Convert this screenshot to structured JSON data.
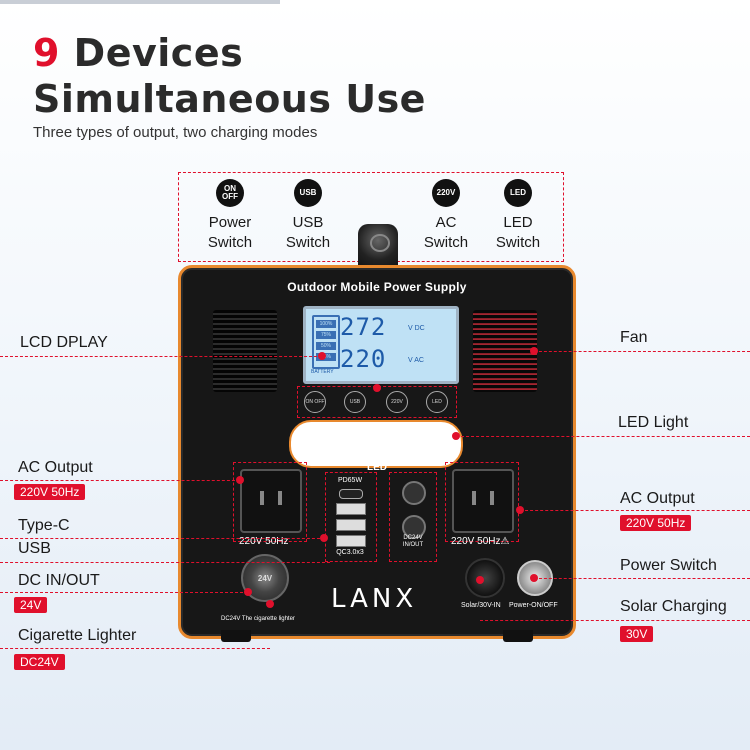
{
  "headline": {
    "number": "9",
    "rest": " Devices",
    "line2": "Simultaneous Use"
  },
  "subtitle": "Three types of output, two charging modes",
  "switches": [
    {
      "icon": "ON OFF",
      "line1": "Power",
      "line2": "Switch"
    },
    {
      "icon": "USB",
      "line1": "USB",
      "line2": "Switch"
    },
    {
      "icon": "220V",
      "line1": "AC",
      "line2": "Switch"
    },
    {
      "icon": "LED",
      "line1": "LED",
      "line2": "Switch"
    }
  ],
  "device": {
    "title": "Outdoor Mobile Power Supply",
    "lcd": {
      "v1": "272",
      "u1": "V DC",
      "v2": "220",
      "u2": "V AC",
      "battery_label": "BATTERY",
      "levels": [
        "100%",
        "75%",
        "50%",
        "25%"
      ]
    },
    "panel_buttons": [
      "ON OFF",
      "USB",
      "220V",
      "LED"
    ],
    "led_text": "LED",
    "socket_left_label": "220V 50Hz",
    "socket_right_label": "220V 50Hz⚠",
    "usb_top": "PD65W",
    "usb_bottom": "QC3.0x3",
    "dc_text_1": "DC24V",
    "dc_text_2": "IN/OUT",
    "cig_label": "24V",
    "cig_text": "DC24V The cigarette lighter",
    "brand": "LANX",
    "solar_label": "Solar/30V-IN",
    "power_label": "Power-ON/OFF"
  },
  "callouts": {
    "lcd": "LCD DPLAY",
    "fan": "Fan",
    "led_light": "LED Light",
    "ac_output_left": "AC Output",
    "ac_output_left_tag": "220V 50Hz",
    "type_c": "Type-C",
    "usb": "USB",
    "ac_output_right": "AC Output",
    "ac_output_right_tag": "220V 50Hz",
    "dc_inout": "DC IN/OUT",
    "dc_inout_tag": "24V",
    "power_switch": "Power Switch",
    "solar": "Solar Charging",
    "solar_tag": "30V",
    "cigarette": "Cigarette Lighter",
    "cigarette_tag": "DC24V"
  },
  "colors": {
    "accent": "#e0102c",
    "device_trim": "#e8892e",
    "lcd": "#bfe1f5"
  }
}
